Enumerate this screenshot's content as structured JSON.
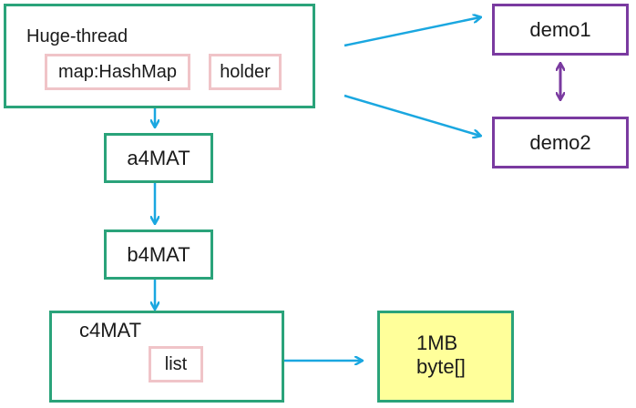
{
  "nodes": {
    "huge_thread": {
      "title": "Huge-thread",
      "map_field": "map:HashMap",
      "holder_field": "holder"
    },
    "demo1": {
      "label": "demo1"
    },
    "demo2": {
      "label": "demo2"
    },
    "a4mat": {
      "label": "a4MAT"
    },
    "b4mat": {
      "label": "b4MAT"
    },
    "c4mat": {
      "title": "c4MAT",
      "list_field": "list"
    },
    "block": {
      "line1": "1MB",
      "line2": "byte[]"
    }
  },
  "colors": {
    "box_border": "#2aa37a",
    "demo_border": "#7a3aa0",
    "field_border": "#f0c4c8",
    "arrow": "#1aa7e0",
    "block_fill": "#ffff9a"
  }
}
